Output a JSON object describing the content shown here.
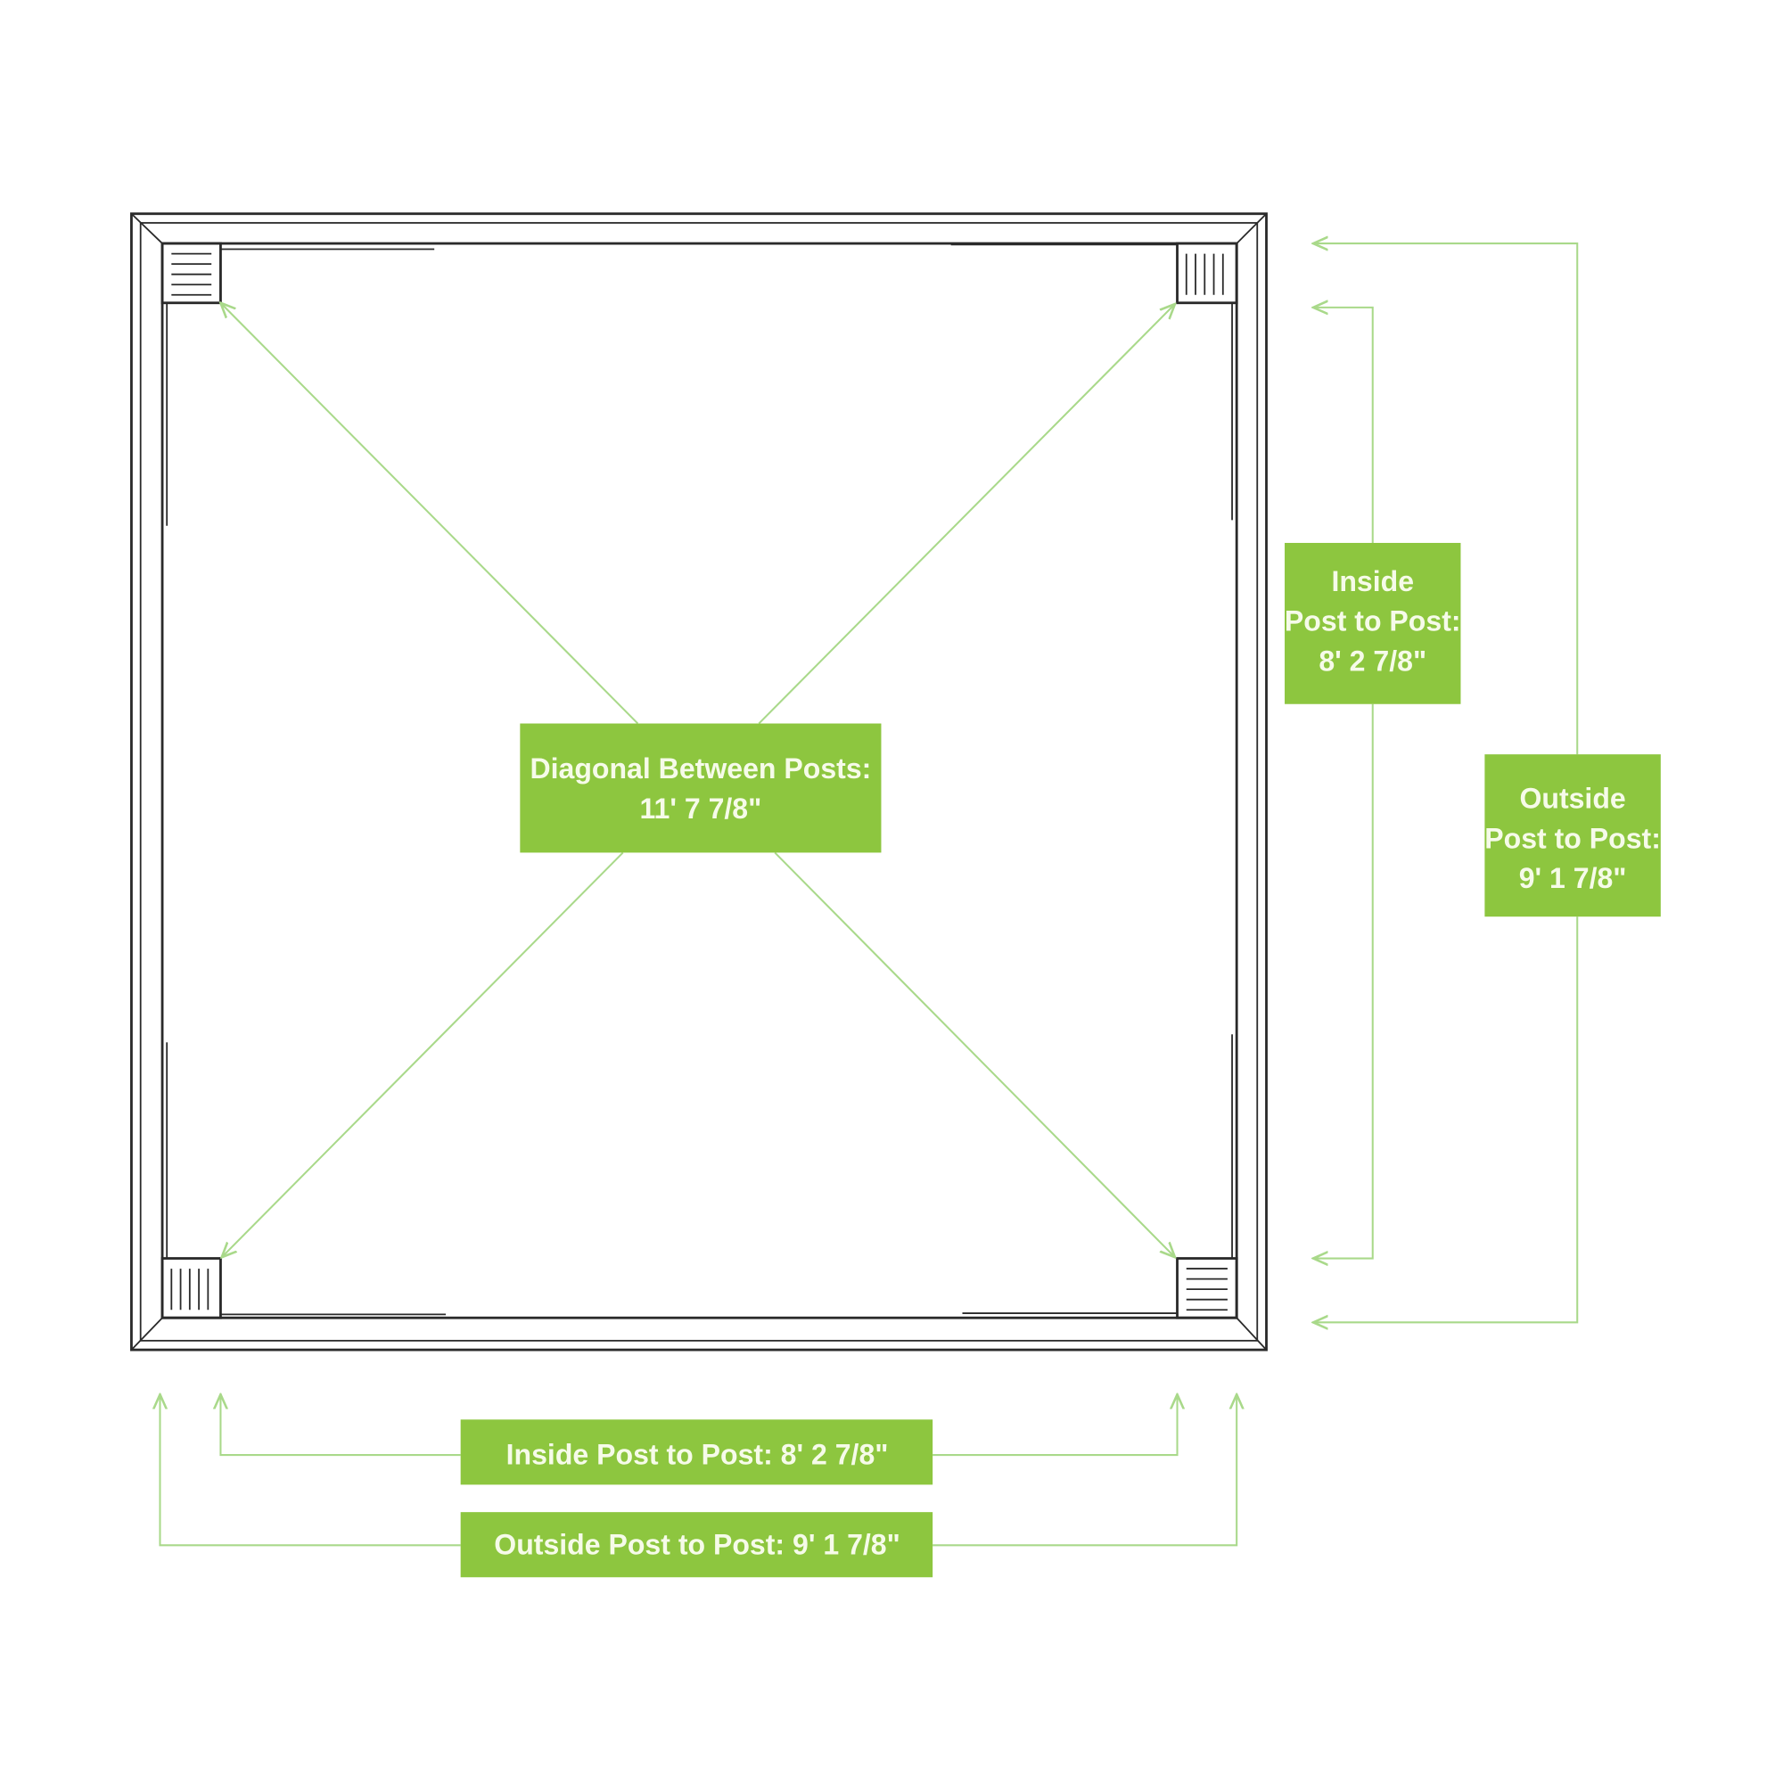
{
  "colors": {
    "accent": "#8dc63f",
    "dimension_line": "#a9d98a",
    "outline": "#2a2a2a"
  },
  "labels": {
    "diagonal": {
      "line1": "Diagonal Between Posts:",
      "line2": "11' 7 7/8\""
    },
    "inside_vertical": {
      "line1": "Inside",
      "line2": "Post to Post:",
      "line3": "8' 2 7/8\""
    },
    "outside_vertical": {
      "line1": "Outside",
      "line2": "Post to Post:",
      "line3": "9' 1 7/8\""
    },
    "inside_horizontal": "Inside Post to Post: 8' 2 7/8\"",
    "outside_horizontal": "Outside Post to Post: 9' 1 7/8\""
  }
}
